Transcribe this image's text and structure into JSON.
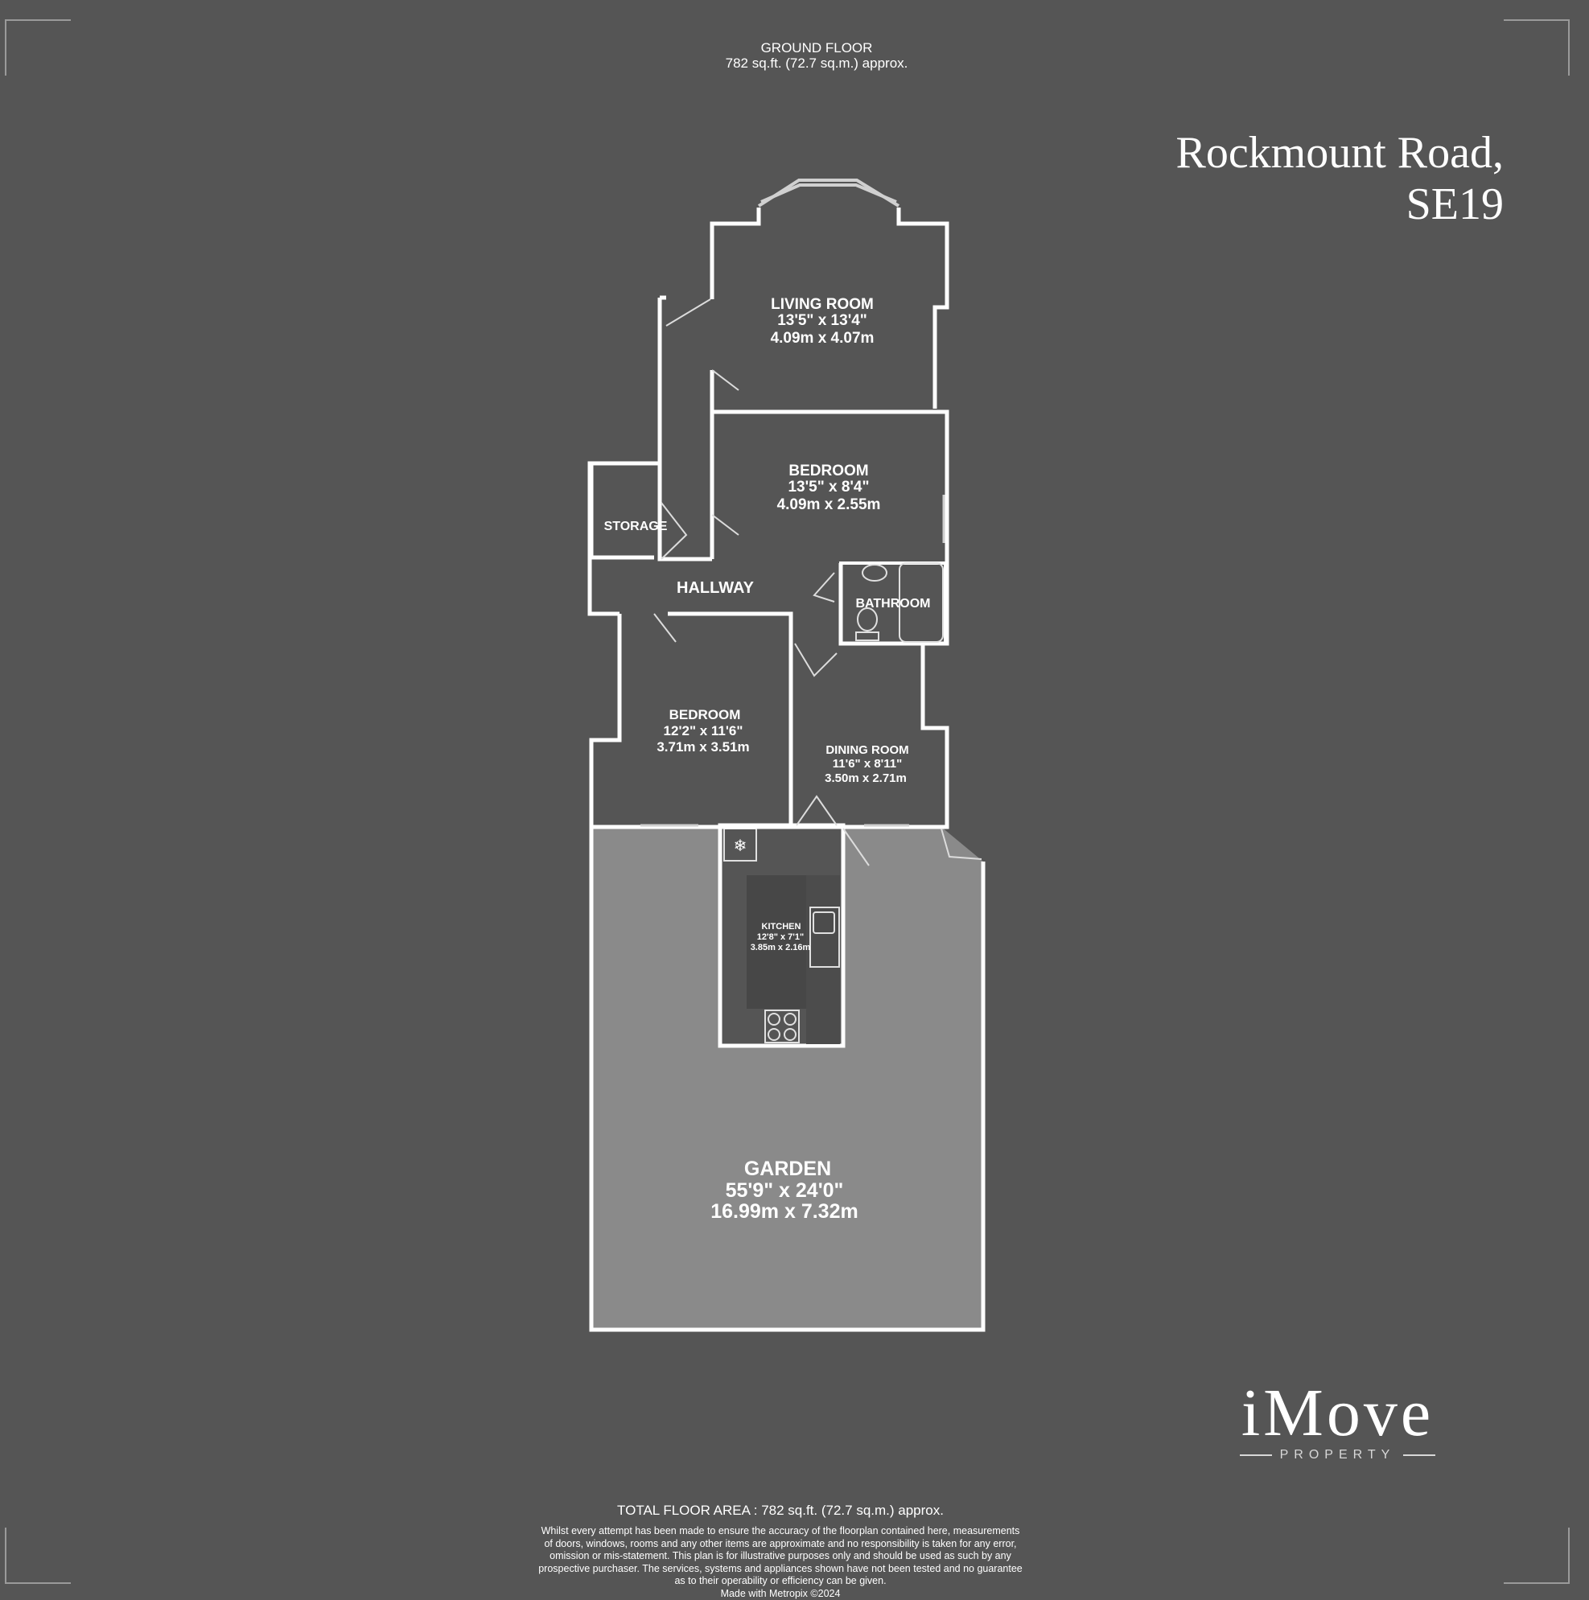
{
  "floor": {
    "name": "GROUND FLOOR",
    "area": "782 sq.ft. (72.7 sq.m.) approx."
  },
  "address": {
    "line1": "Rockmount Road,",
    "line2": "SE19"
  },
  "rooms": {
    "living_room": {
      "name": "LIVING ROOM",
      "imperial": "13'5\"  x 13'4\"",
      "metric": "4.09m  x 4.07m"
    },
    "bedroom_1": {
      "name": "BEDROOM",
      "imperial": "13'5\"  x 8'4\"",
      "metric": "4.09m  x 2.55m"
    },
    "storage": {
      "name": "STORAGE"
    },
    "hallway": {
      "name": "HALLWAY"
    },
    "bathroom": {
      "name": "BATHROOM"
    },
    "bedroom_2": {
      "name": "BEDROOM",
      "imperial": "12'2\"  x 11'6\"",
      "metric": "3.71m  x 3.51m"
    },
    "dining_room": {
      "name": "DINING ROOM",
      "imperial": "11'6\"  x 8'11\"",
      "metric": "3.50m  x 2.71m"
    },
    "kitchen": {
      "name": "KITCHEN",
      "imperial": "12'8\"  x 7'1\"",
      "metric": "3.85m  x 2.16m"
    },
    "garden": {
      "name": "GARDEN",
      "imperial": "55'9\"  x 24'0\"",
      "metric": "16.99m  x 7.32m"
    }
  },
  "logo": {
    "name": "iMove",
    "sub": "PROPERTY"
  },
  "footer": {
    "total": "TOTAL FLOOR AREA : 782 sq.ft. (72.7 sq.m.) approx.",
    "disclaimer_lines": [
      "Whilst every attempt has been made to ensure the accuracy of the floorplan contained here, measurements",
      "of doors, windows, rooms and any other items are approximate and no responsibility is taken for any error,",
      "omission or mis-statement. This plan is for illustrative purposes only and should be used as such by any",
      "prospective purchaser. The services, systems and appliances shown have not been tested and no guarantee",
      "as to their operability or efficiency can be given.",
      "Made with Metropix ©2024"
    ]
  },
  "colors": {
    "background": "#555555",
    "walls": "#ffffff",
    "garden_fill": "#8a8a8a",
    "text": "#ffffff"
  }
}
